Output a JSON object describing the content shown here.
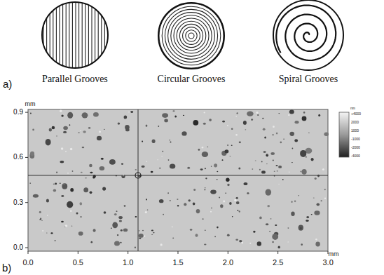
{
  "diagram": {
    "labels": [
      "Parallel Grooves",
      "Circular Grooves",
      "Spiral Grooves",
      "a)",
      "mm",
      "0.9",
      "0.6",
      "0.3",
      "0.0",
      "0.0",
      "0.5",
      "1.0",
      "1.5",
      "2.0",
      "2.5",
      "3.0",
      "mm",
      "nm",
      "+4000",
      "2000",
      "1000",
      "-1000",
      "-2000",
      "-4000",
      "b)"
    ]
  }
}
